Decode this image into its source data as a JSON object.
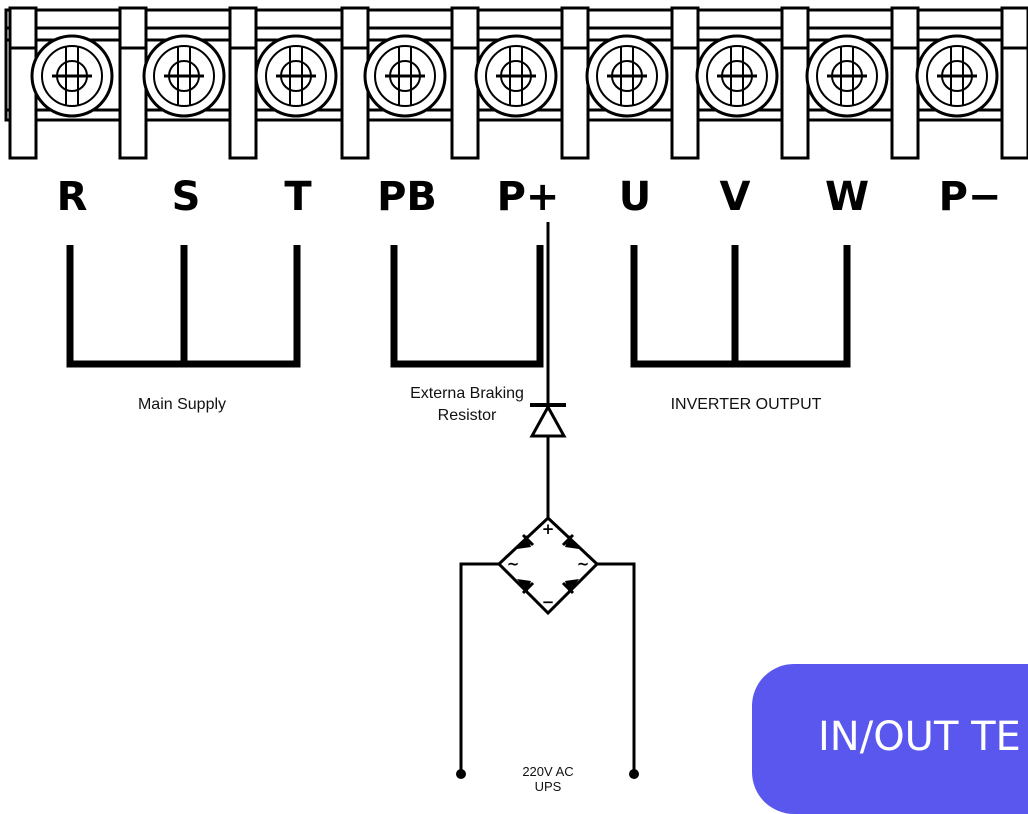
{
  "terminals": [
    "R",
    "S",
    "T",
    "PB",
    "P+",
    "U",
    "V",
    "W",
    "P−"
  ],
  "captions": {
    "main_supply": "Main Supply",
    "braking_line1": "Externa Braking",
    "braking_line2": "Resistor",
    "inverter_output": "INVERTER OUTPUT",
    "ups_line1": "220V AC",
    "ups_line2": "UPS"
  },
  "bridge_signs": {
    "plus": "+",
    "minus": "−",
    "ac_left": "~",
    "ac_right": "~"
  },
  "badge": {
    "text": "IN/OUT TE"
  },
  "colors": {
    "line": "#000000",
    "badge": "#5a57ef",
    "badge_text": "#ffffff"
  }
}
